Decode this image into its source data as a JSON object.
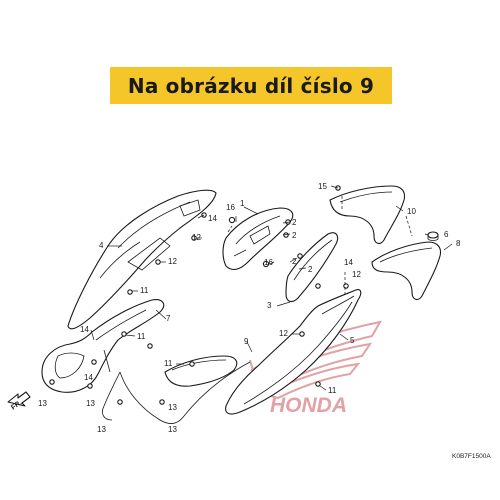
{
  "banner": {
    "text": "Na obrázku díl číslo 9",
    "color": "#f5c62a"
  },
  "diagram_code": "K0B7F1500A",
  "front_label": "FR.",
  "watermark": {
    "text": "HONDA",
    "color": "#e2a1a4"
  },
  "callouts": {
    "c1": "1",
    "c2a": "2",
    "c2b": "2",
    "c2c": "2",
    "c2d": "2",
    "c3": "3",
    "c4": "4",
    "c5": "5",
    "c6": "6",
    "c7": "7",
    "c8": "8",
    "c9": "9",
    "c10": "10",
    "c11a": "11",
    "c11b": "11",
    "c11c": "11",
    "c11d": "11",
    "c12a": "12",
    "c12b": "12",
    "c12c": "12",
    "c12d": "12",
    "c13a": "13",
    "c13b": "13",
    "c13c": "13",
    "c13d": "13",
    "c13e": "13",
    "c14a": "14",
    "c14b": "14",
    "c14c": "14",
    "c14d": "14",
    "c15": "15",
    "c16a": "16",
    "c16b": "16"
  }
}
